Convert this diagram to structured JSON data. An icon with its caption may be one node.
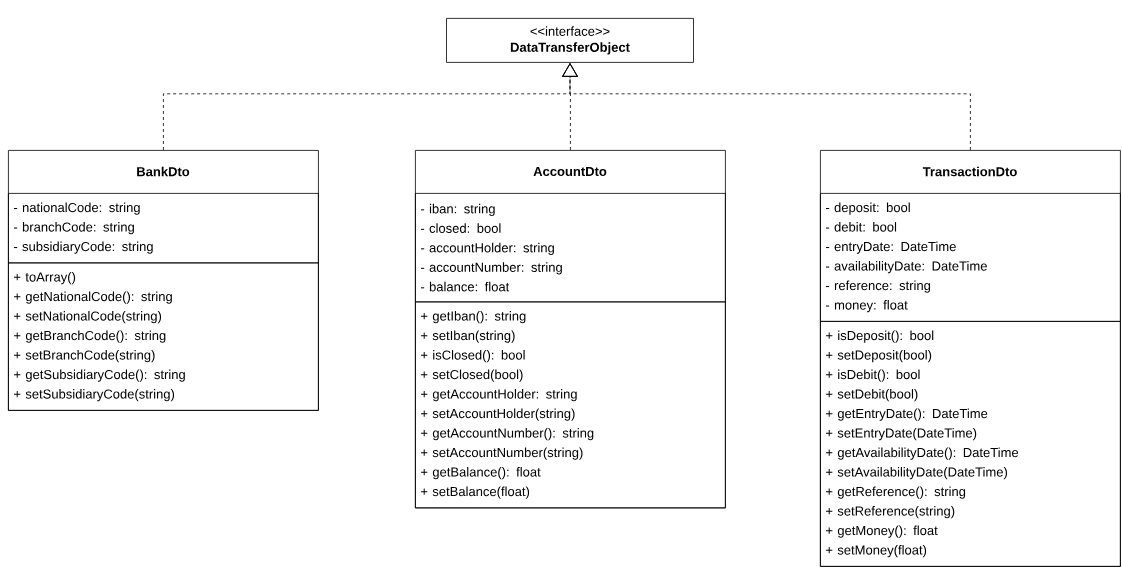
{
  "diagram": {
    "nodes": [
      {
        "text": [
          "<<interface>>",
          "DataTransferObject"
        ]
      },
      {
        "text": [
          "BankDto"
        ]
      },
      {
        "text": [
          "- nationalCode: string",
          "- branchCode: string",
          "- subsidiaryCode: string"
        ],
        "in": 1
      },
      {
        "text": [
          "+ toArray()",
          "+ getNationalCode(): string",
          "+ setNationalCode(string)",
          "+ getBranchCode(): string",
          "+ setBranchCode(string)",
          "+ getSubsidiaryCode(): string",
          "+ setSubsidiaryCode(string)"
        ],
        "in": 1
      },
      {
        "text": [
          "AccountDto"
        ]
      },
      {
        "text": [
          "- iban: string",
          "- closed: bool",
          "- accountHolder: string",
          "- accountNumber: string",
          "- balance: float"
        ],
        "in": 4
      },
      {
        "text": [
          "+ getIban(): string",
          "+ setIban(string)",
          "+ isClosed(): bool",
          "+ setClosed(bool)",
          "+ getAccountHolder: string",
          "+ setAccountHolder(string)",
          "+ getAccountNumber(): string",
          "+ setAccountNumber(string)",
          "+ getBalance(): float",
          "+ setBalance(float)"
        ],
        "in": 4
      },
      {
        "text": [
          "TransactionDto"
        ]
      },
      {
        "text": [
          "- deposit: bool",
          "- debit: bool",
          "- entryDate: DateTime",
          "- availabilityDate: DateTime",
          "- reference: string",
          "- money: float"
        ],
        "in": 7
      },
      {
        "text": [
          "+ isDeposit(): bool",
          "+ setDeposit(bool)",
          "+ isDebit(): bool",
          "+ setDebit(bool)",
          "+ getEntryDate(): DateTime",
          "+ setEntryDate(DateTime)",
          "+ getAvailabilityDate(): DateTime",
          "+ setAvailabilityDate(DateTime)",
          "+ getReference(): string",
          "+ setReference(string)",
          "+ getMoney(): float",
          "+ setMoney(float)"
        ],
        "in": 7
      }
    ],
    "edges": [
      {
        "from": 1,
        "to": 0,
        "arrow": "to",
        "style": "dashed"
      },
      {
        "from": 4,
        "to": 0,
        "arrow": "to",
        "style": "dashed"
      },
      {
        "from": 7,
        "to": 0,
        "arrow": "to",
        "style": "dashed"
      }
    ]
  }
}
